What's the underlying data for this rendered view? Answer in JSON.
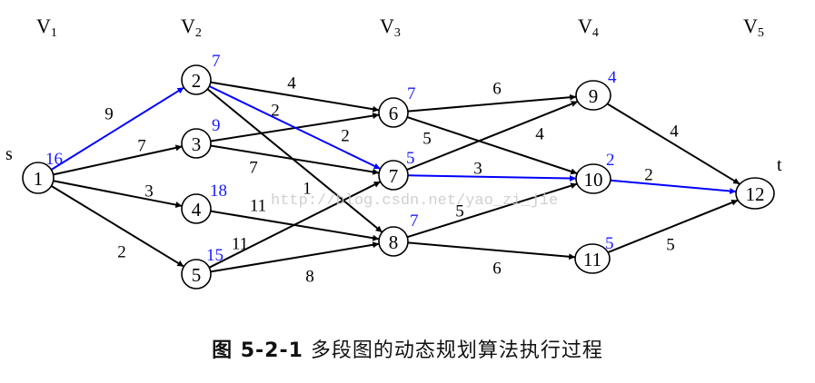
{
  "stages": [
    {
      "id": "V1",
      "base": "V",
      "sub": "1"
    },
    {
      "id": "V2",
      "base": "V",
      "sub": "2"
    },
    {
      "id": "V3",
      "base": "V",
      "sub": "3"
    },
    {
      "id": "V4",
      "base": "V",
      "sub": "4"
    },
    {
      "id": "V5",
      "base": "V",
      "sub": "5"
    }
  ],
  "source_label": "s",
  "sink_label": "t",
  "nodes": [
    {
      "id": "1",
      "stage": 1,
      "cost": "16"
    },
    {
      "id": "2",
      "stage": 2,
      "cost": "7"
    },
    {
      "id": "3",
      "stage": 2,
      "cost": "9"
    },
    {
      "id": "4",
      "stage": 2,
      "cost": "18"
    },
    {
      "id": "5",
      "stage": 2,
      "cost": "15"
    },
    {
      "id": "6",
      "stage": 3,
      "cost": "7"
    },
    {
      "id": "7",
      "stage": 3,
      "cost": "5"
    },
    {
      "id": "8",
      "stage": 3,
      "cost": "7"
    },
    {
      "id": "9",
      "stage": 4,
      "cost": "4"
    },
    {
      "id": "10",
      "stage": 4,
      "cost": "2"
    },
    {
      "id": "11",
      "stage": 4,
      "cost": "5"
    },
    {
      "id": "12",
      "stage": 5,
      "cost": ""
    }
  ],
  "edges": [
    {
      "from": "1",
      "to": "2",
      "weight": "9",
      "optimal": true
    },
    {
      "from": "1",
      "to": "3",
      "weight": "7",
      "optimal": false
    },
    {
      "from": "1",
      "to": "4",
      "weight": "3",
      "optimal": false
    },
    {
      "from": "1",
      "to": "5",
      "weight": "2",
      "optimal": false
    },
    {
      "from": "2",
      "to": "6",
      "weight": "4",
      "optimal": false
    },
    {
      "from": "2",
      "to": "7",
      "weight": "2",
      "optimal": true
    },
    {
      "from": "2",
      "to": "8",
      "weight": "1",
      "optimal": false
    },
    {
      "from": "3",
      "to": "6",
      "weight": "2",
      "optimal": false
    },
    {
      "from": "3",
      "to": "7",
      "weight": "7",
      "optimal": false
    },
    {
      "from": "4",
      "to": "8",
      "weight": "11",
      "optimal": false
    },
    {
      "from": "5",
      "to": "7",
      "weight": "11",
      "optimal": false
    },
    {
      "from": "5",
      "to": "8",
      "weight": "8",
      "optimal": false
    },
    {
      "from": "6",
      "to": "9",
      "weight": "6",
      "optimal": false
    },
    {
      "from": "6",
      "to": "10",
      "weight": "5",
      "optimal": false
    },
    {
      "from": "7",
      "to": "9",
      "weight": "4",
      "optimal": false
    },
    {
      "from": "7",
      "to": "10",
      "weight": "3",
      "optimal": true
    },
    {
      "from": "8",
      "to": "10",
      "weight": "5",
      "optimal": false
    },
    {
      "from": "8",
      "to": "11",
      "weight": "6",
      "optimal": false
    },
    {
      "from": "9",
      "to": "12",
      "weight": "4",
      "optimal": false
    },
    {
      "from": "10",
      "to": "12",
      "weight": "2",
      "optimal": true
    },
    {
      "from": "11",
      "to": "12",
      "weight": "5",
      "optimal": false
    }
  ],
  "colors": {
    "optimal_edge": "#0000ff",
    "normal_edge": "#000000",
    "cost_text": "#1a1aff"
  },
  "watermark": "http://blog.csdn.net/yao_zi_jie",
  "caption": {
    "prefix": "图 5-2-1",
    "text": "多段图的动态规划算法执行过程"
  }
}
